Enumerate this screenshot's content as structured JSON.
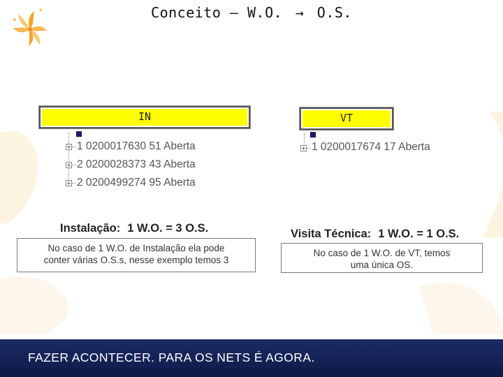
{
  "header": {
    "title": "Conceito – W.O.",
    "arrow": "→",
    "title_end": "O.S."
  },
  "panel_in": {
    "label": "IN",
    "rows": [
      {
        "text": "1 0200017630 51 Aberta"
      },
      {
        "text": "2 0200028373 43 Aberta"
      },
      {
        "text": "2 0200499274 95 Aberta"
      }
    ],
    "section_title": "Instalação:",
    "section_eq": "1 W.O. = 3 O.S.",
    "note_line1": "No caso de 1 W.O. de Instalação ela pode",
    "note_line2": "conter várias O.S.s, nesse exemplo temos 3"
  },
  "panel_vt": {
    "label": "VT",
    "rows": [
      {
        "text": "1 0200017674 17 Aberta"
      }
    ],
    "section_title": "Visita Técnica:",
    "section_eq": "1 W.O. = 1 O.S.",
    "note_line1": "No caso de 1 W.O. de VT, temos",
    "note_line2": "uma única OS."
  },
  "footer": {
    "text": "FAZER ACONTECER. PARA OS NETS É AGORA."
  },
  "colors": {
    "header_yellow": "#ffff00",
    "footer_navy": "#1b2b66",
    "logo_orange": "#f5a623"
  }
}
